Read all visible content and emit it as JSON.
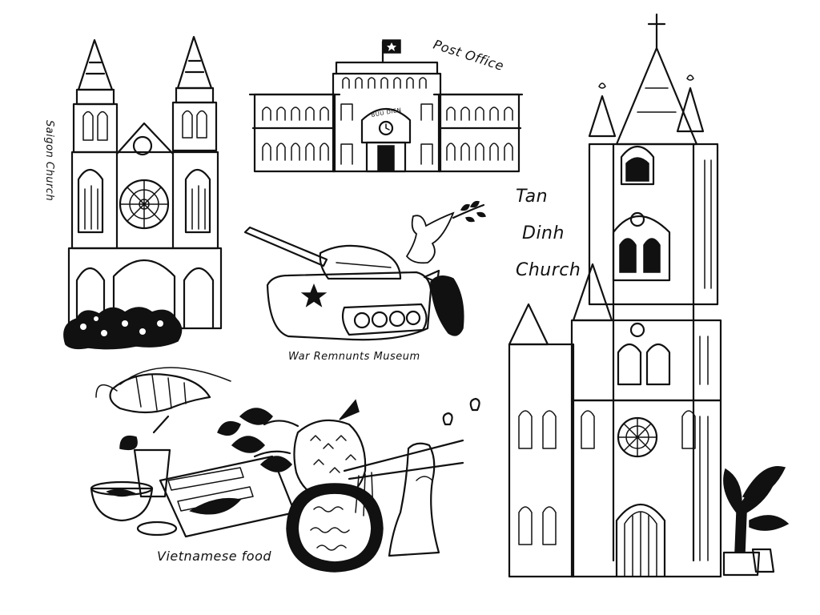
{
  "labels": {
    "saigon_church": "Saigon Church",
    "post_office": "Post Office",
    "post_office_sign": "BUU DIEN",
    "war_museum": "War Remnunts Museum",
    "tan_dinh_line1": "Tan",
    "tan_dinh_line2": "Dinh",
    "tan_dinh_line3": "Church",
    "vietnamese_food": "Vietnamese food"
  },
  "colors": {
    "ink": "#111111",
    "background": "#ffffff"
  }
}
